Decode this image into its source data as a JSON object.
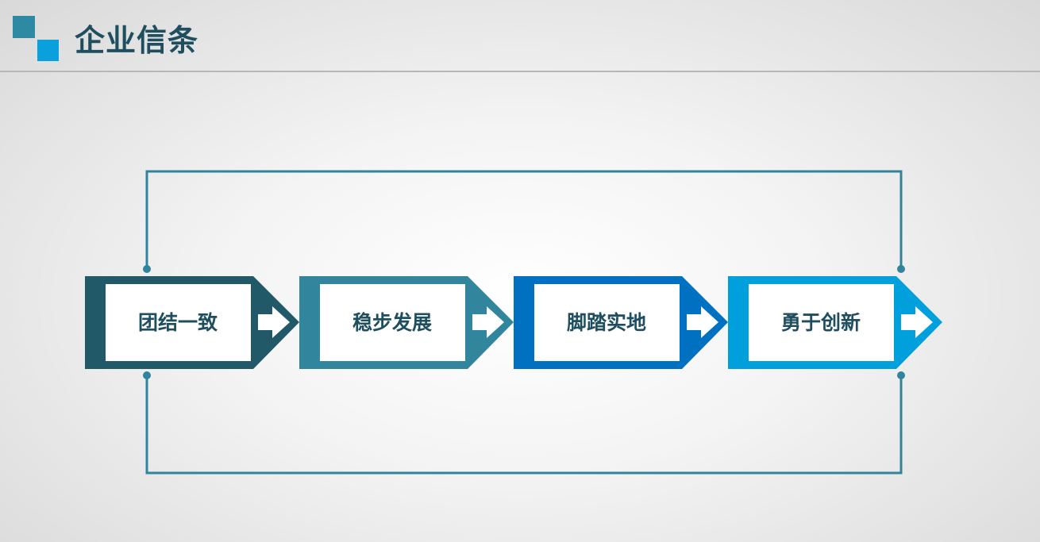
{
  "header": {
    "title": "企业信条"
  },
  "diagram": {
    "connector_color": "#31849b",
    "steps": [
      {
        "label": "团结一致",
        "color": "#215968",
        "icon": "arrow-right-icon"
      },
      {
        "label": "稳步发展",
        "color": "#31859c",
        "icon": "arrow-right-icon"
      },
      {
        "label": "脚踏实地",
        "color": "#0070c0",
        "icon": "arrow-right-icon"
      },
      {
        "label": "勇于创新",
        "color": "#00a0dc",
        "icon": "arrow-right-icon"
      }
    ]
  }
}
